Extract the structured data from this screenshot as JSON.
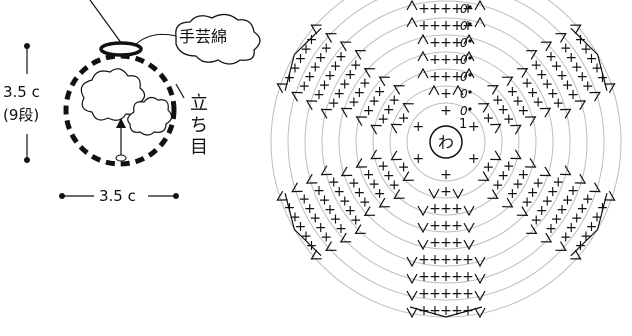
{
  "figure": {
    "filling_label": "手芸綿",
    "height_value": "3.5 c",
    "height_rounds": "(9段)",
    "width_value": "3.5 c",
    "tachiagari_label": [
      "立",
      "ち",
      "目"
    ],
    "center_ring_label": "わ",
    "start_label": "1"
  },
  "chart": {
    "rounds": 9,
    "spokes": 6,
    "single_crochet_symbol": "+",
    "chain_symbol": "0"
  },
  "colors": {
    "line": "#111111",
    "guide_circle": "#bdbdbd",
    "background": "#ffffff"
  }
}
